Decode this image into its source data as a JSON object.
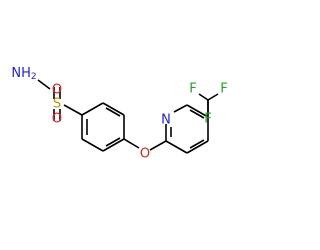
{
  "molecule": {
    "atoms": {
      "nh2_n": "N",
      "nh2_h": "H",
      "nh2_sub": "2",
      "sulfur": "S",
      "oxygen_upper": "O",
      "oxygen_lower": "O",
      "ether_oxygen": "O",
      "pyridine_n": "N",
      "fluorine_1": "F",
      "fluorine_2": "F",
      "fluorine_3": "F"
    },
    "colors": {
      "bond": "#000000",
      "nitrogen": "#1f1fe0",
      "oxygen": "#e01f1f",
      "sulfur": "#b89a00",
      "fluorine": "#2aa12a"
    }
  }
}
